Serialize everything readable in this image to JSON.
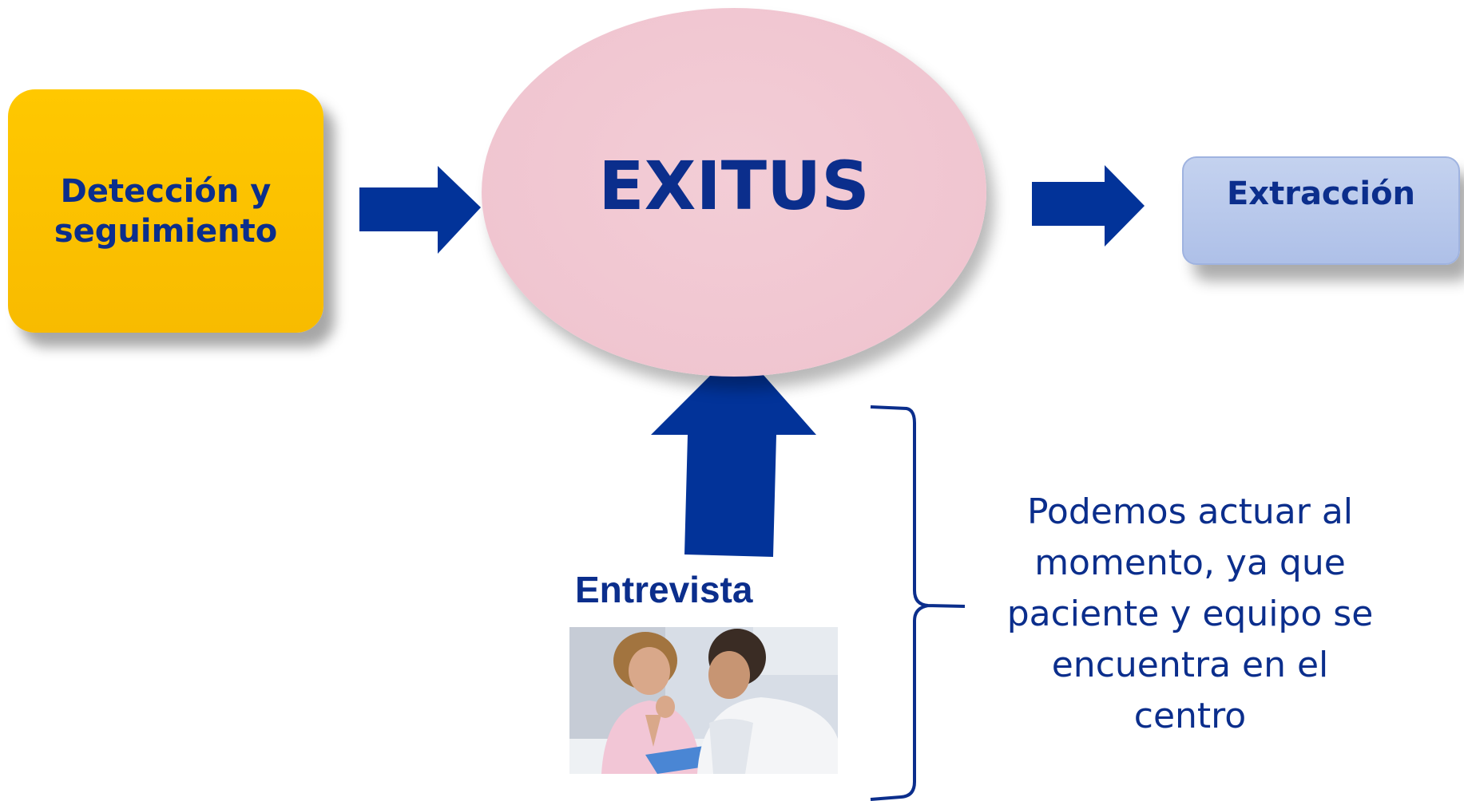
{
  "nodes": {
    "deteccion": "Detección y seguimiento",
    "exitus": "EXITUS",
    "extraccion": "Extracción"
  },
  "entrevista": {
    "label": "Entrevista"
  },
  "note": "Podemos actuar al momento, ya que paciente y equipo se encuentra en el centro",
  "colors": {
    "arrow": "#023399",
    "text": "#0b2e8c",
    "deteccion_fill": "#ffc800",
    "exitus_fill": "#f0c6d0",
    "extraccion_fill": "#b3c5ea"
  },
  "icons": {
    "photo": "doctor-patient-interview-photo"
  }
}
